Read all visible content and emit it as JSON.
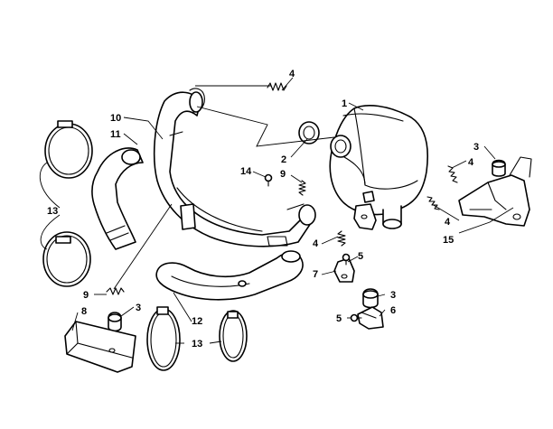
{
  "callouts": [
    {
      "id": "c1",
      "label": "1"
    },
    {
      "id": "c2",
      "label": "2"
    },
    {
      "id": "c3a",
      "label": "3"
    },
    {
      "id": "c3b",
      "label": "3"
    },
    {
      "id": "c3c",
      "label": "3"
    },
    {
      "id": "c4a",
      "label": "4"
    },
    {
      "id": "c4b",
      "label": "4"
    },
    {
      "id": "c4c",
      "label": "4"
    },
    {
      "id": "c4d",
      "label": "4"
    },
    {
      "id": "c5a",
      "label": "5"
    },
    {
      "id": "c5b",
      "label": "5"
    },
    {
      "id": "c6",
      "label": "6"
    },
    {
      "id": "c7",
      "label": "7"
    },
    {
      "id": "c8",
      "label": "8"
    },
    {
      "id": "c9a",
      "label": "9"
    },
    {
      "id": "c9b",
      "label": "9"
    },
    {
      "id": "c10",
      "label": "10"
    },
    {
      "id": "c11",
      "label": "11"
    },
    {
      "id": "c12",
      "label": "12"
    },
    {
      "id": "c13a",
      "label": "13"
    },
    {
      "id": "c13b",
      "label": "13"
    },
    {
      "id": "c14",
      "label": "14"
    },
    {
      "id": "c15",
      "label": "15"
    }
  ]
}
